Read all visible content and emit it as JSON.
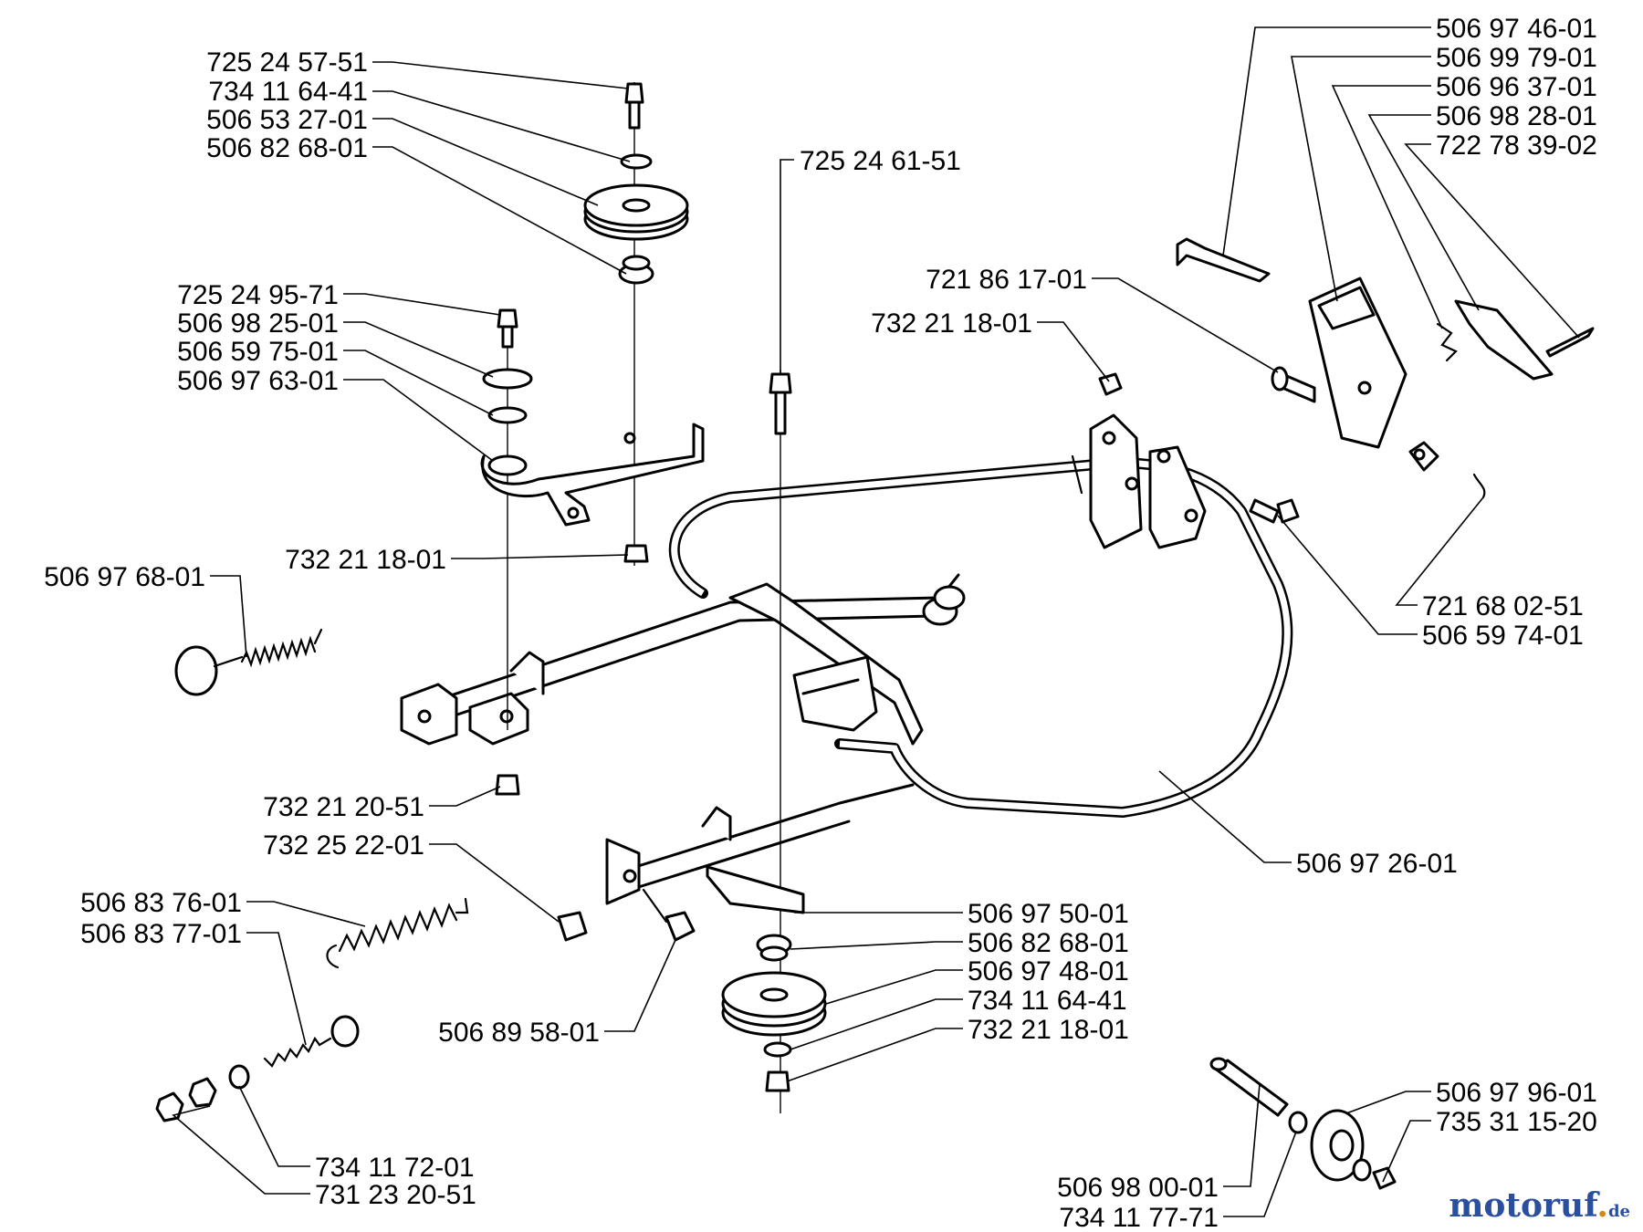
{
  "watermark": {
    "brand": "motoruf",
    "tld": "de"
  },
  "labels": {
    "l01": "725 24 57-51",
    "l02": "734 11 64-41",
    "l03": "506 53 27-01",
    "l04": "506 82 68-01",
    "l05": "725 24 95-71",
    "l06": "506 98 25-01",
    "l07": "506 59 75-01",
    "l08": "506 97 63-01",
    "l09": "732 21 18-01",
    "l10": "506 97 68-01",
    "l11": "732 21 20-51",
    "l12": "732 25 22-01",
    "l13": "506 83 76-01",
    "l14": "506 83 77-01",
    "l15": "734 11 72-01",
    "l16": "731 23 20-51",
    "l17": "506 89 58-01",
    "l18": "725 24 61-51",
    "l19": "506 97 50-01",
    "l20": "506 82 68-01",
    "l21": "506 97 48-01",
    "l22": "734 11 64-41",
    "l23": "732 21 18-01",
    "l24": "506 97 26-01",
    "l25": "721 86 17-01",
    "l26": "732 21 18-01",
    "l27": "506 97 46-01",
    "l28": "506 99 79-01",
    "l29": "506 96 37-01",
    "l30": "506 98 28-01",
    "l31": "722 78 39-02",
    "l32": "721 68 02-51",
    "l33": "506 59 74-01",
    "l34": "506 97 96-01",
    "l35": "735 31 15-20",
    "l36": "506 98 00-01",
    "l37": "734 11 77-71"
  }
}
